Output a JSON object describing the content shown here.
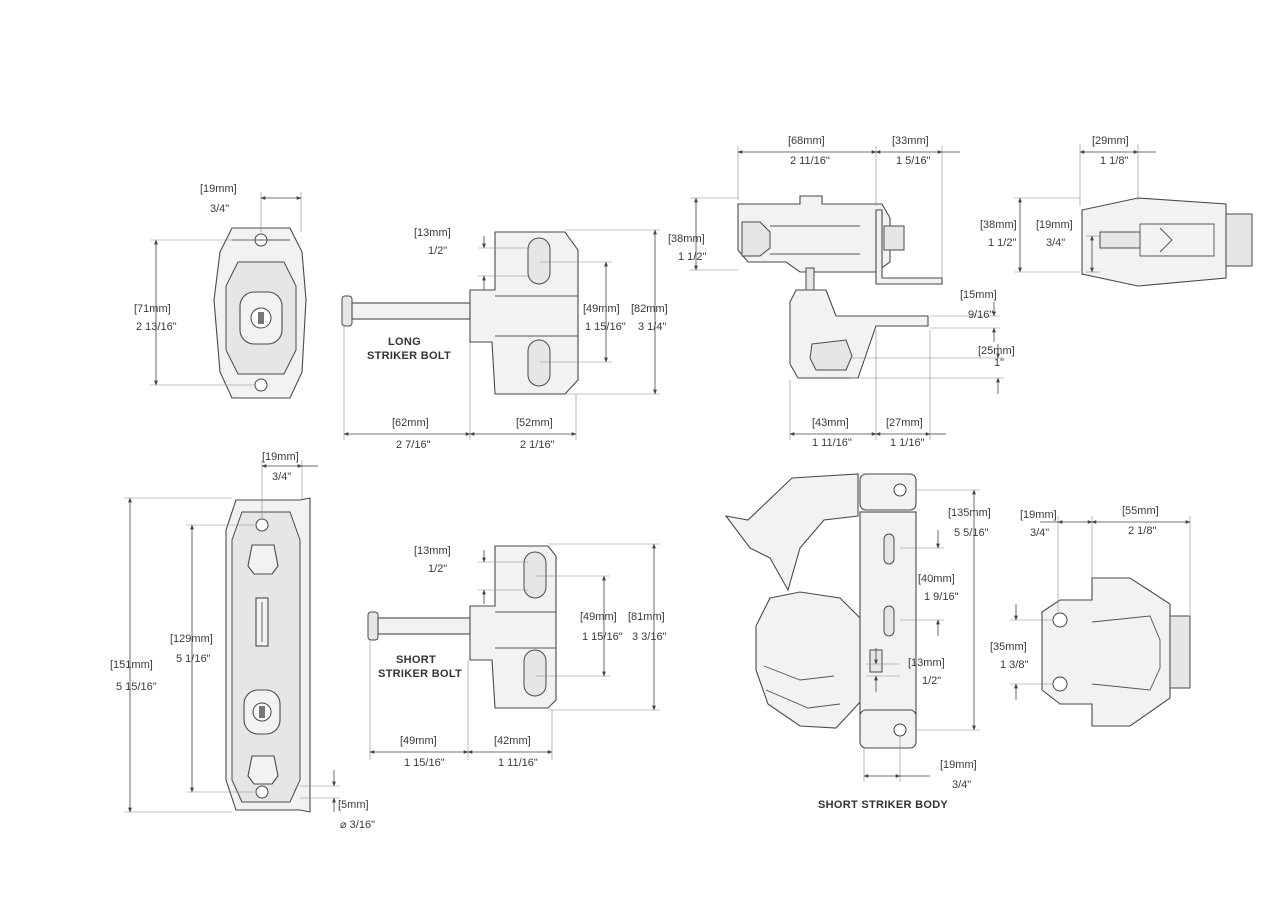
{
  "labels": {
    "long_striker_bolt": [
      "LONG",
      "STRIKER BOLT"
    ],
    "short_striker_bolt": [
      "SHORT",
      "STRIKER BOLT"
    ],
    "short_striker_body": "SHORT STRIKER BODY"
  },
  "dimensions": {
    "tl_width": {
      "mm": "[19mm]",
      "in": "3/4\""
    },
    "tl_height": {
      "mm": "[71mm]",
      "in": "2 13/16\""
    },
    "lsb_slot": {
      "mm": "[13mm]",
      "in": "1/2\""
    },
    "lsb_holes": {
      "mm": "[49mm]",
      "in": "1 15/16\""
    },
    "lsb_height": {
      "mm": "[82mm]",
      "in": "3 1/4\""
    },
    "lsb_bolt": {
      "mm": "[62mm]",
      "in": "2 7/16\""
    },
    "lsb_body": {
      "mm": "[52mm]",
      "in": "2 1/16\""
    },
    "tr_len": {
      "mm": "[68mm]",
      "in": "2 11/16\""
    },
    "tr_plate": {
      "mm": "[33mm]",
      "in": "1 5/16\""
    },
    "tr_h": {
      "mm": "[38mm]",
      "in": "1 1/2\""
    },
    "tr_step": {
      "mm": "[15mm]",
      "in": "9/16\""
    },
    "tr_bot": {
      "mm": "[25mm]",
      "in": "1\""
    },
    "tr_w1": {
      "mm": "[43mm]",
      "in": "1 11/16\""
    },
    "tr_w2": {
      "mm": "[27mm]",
      "in": "1 1/16\""
    },
    "fr_w": {
      "mm": "[29mm]",
      "in": "1 1/8\""
    },
    "fr_h": {
      "mm": "[38mm]",
      "in": "1 1/2\""
    },
    "fr_h2": {
      "mm": "[19mm]",
      "in": "3/4\""
    },
    "bl_w": {
      "mm": "[19mm]",
      "in": "3/4\""
    },
    "bl_total": {
      "mm": "[151mm]",
      "in": "5 15/16\""
    },
    "bl_holes": {
      "mm": "[129mm]",
      "in": "5 1/16\""
    },
    "bl_hole_d": {
      "mm": "[5mm]",
      "in": "⌀ 3/16\""
    },
    "ssb_slot": {
      "mm": "[13mm]",
      "in": "1/2\""
    },
    "ssb_holes": {
      "mm": "[49mm]",
      "in": "1 15/16\""
    },
    "ssb_height": {
      "mm": "[81mm]",
      "in": "3 3/16\""
    },
    "ssb_bolt": {
      "mm": "[49mm]",
      "in": "1 15/16\""
    },
    "ssb_body": {
      "mm": "[42mm]",
      "in": "1 11/16\""
    },
    "body_h": {
      "mm": "[135mm]",
      "in": "5 5/16\""
    },
    "body_slots": {
      "mm": "[40mm]",
      "in": "1 9/16\""
    },
    "body_gap": {
      "mm": "[13mm]",
      "in": "1/2\""
    },
    "body_hole": {
      "mm": "[19mm]",
      "in": "3/4\""
    },
    "br_w": {
      "mm": "[19mm]",
      "in": "3/4\""
    },
    "br_len": {
      "mm": "[55mm]",
      "in": "2 1/8\""
    },
    "br_holes": {
      "mm": "[35mm]",
      "in": "1 3/8\""
    }
  }
}
